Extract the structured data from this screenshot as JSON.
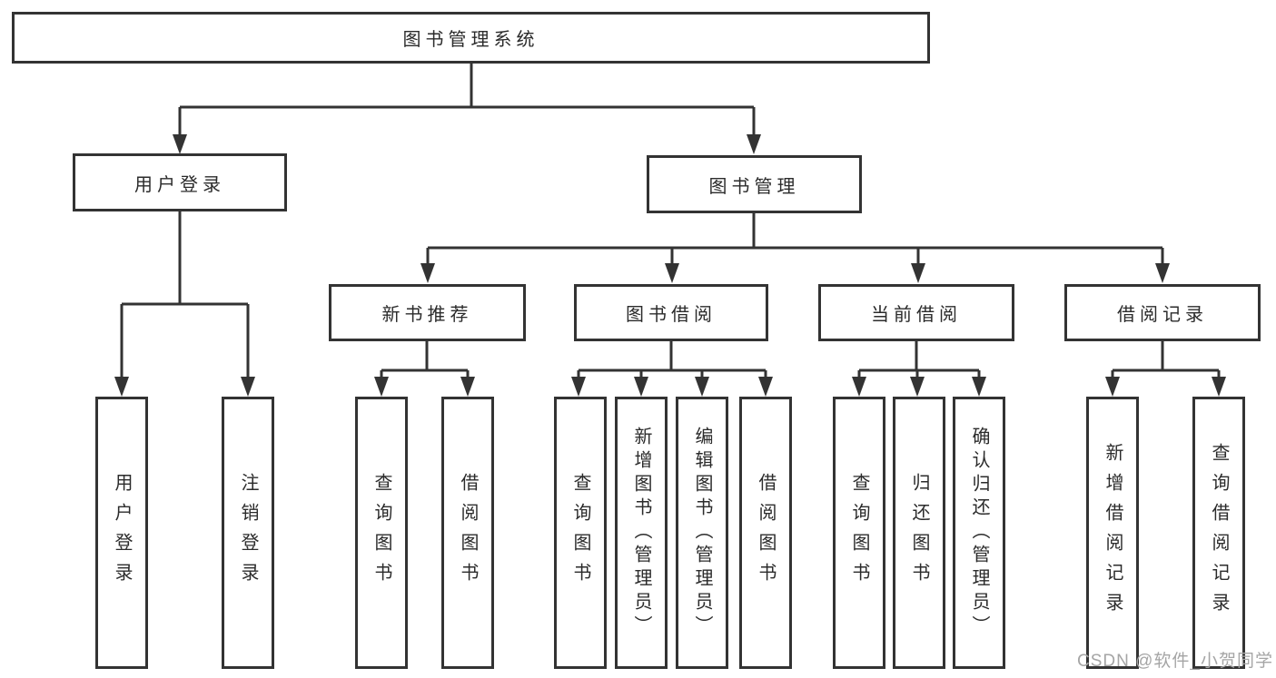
{
  "diagram": {
    "title": "图书管理系统",
    "tree": {
      "label": "图书管理系统",
      "children": [
        {
          "label": "用户登录",
          "children": [
            {
              "label": "用户登录"
            },
            {
              "label": "注销登录"
            }
          ]
        },
        {
          "label": "图书管理",
          "children": [
            {
              "label": "新书推荐",
              "children": [
                {
                  "label": "查询图书"
                },
                {
                  "label": "借阅图书"
                }
              ]
            },
            {
              "label": "图书借阅",
              "children": [
                {
                  "label": "查询图书"
                },
                {
                  "label": "新增图书（管理员）"
                },
                {
                  "label": "编辑图书（管理员）"
                },
                {
                  "label": "借阅图书"
                }
              ]
            },
            {
              "label": "当前借阅",
              "children": [
                {
                  "label": "查询图书"
                },
                {
                  "label": "归还图书"
                },
                {
                  "label": "确认归还（管理员）"
                }
              ]
            },
            {
              "label": "借阅记录",
              "children": [
                {
                  "label": "新增借阅记录"
                },
                {
                  "label": "查询借阅记录"
                }
              ]
            }
          ]
        }
      ]
    },
    "colors": {
      "line": "#333333",
      "box_border": "#333333",
      "box_fill": "#ffffff",
      "text": "#2b2b2b",
      "watermark": "#a5a5a5",
      "background": "#ffffff"
    }
  },
  "watermark": {
    "text": "CSDN @软件_小贺同学"
  }
}
